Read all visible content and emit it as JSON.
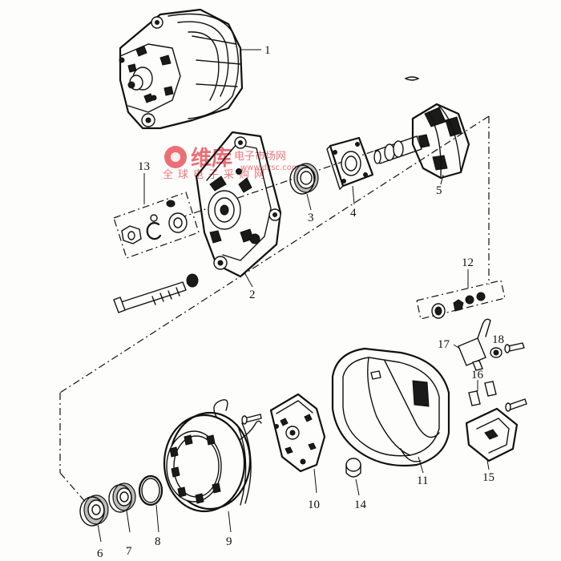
{
  "callouts": [
    {
      "id": "1",
      "label": "1"
    },
    {
      "id": "2",
      "label": "2"
    },
    {
      "id": "3",
      "label": "3"
    },
    {
      "id": "4",
      "label": "4"
    },
    {
      "id": "5",
      "label": "5"
    },
    {
      "id": "6",
      "label": "6"
    },
    {
      "id": "7",
      "label": "7"
    },
    {
      "id": "8",
      "label": "8"
    },
    {
      "id": "9",
      "label": "9"
    },
    {
      "id": "10",
      "label": "10"
    },
    {
      "id": "11",
      "label": "11"
    },
    {
      "id": "12",
      "label": "12"
    },
    {
      "id": "13",
      "label": "13"
    },
    {
      "id": "14",
      "label": "14"
    },
    {
      "id": "15",
      "label": "15"
    },
    {
      "id": "16",
      "label": "16"
    },
    {
      "id": "17",
      "label": "17"
    },
    {
      "id": "18",
      "label": "18"
    }
  ],
  "watermark": {
    "logo": "维库",
    "title": "电子市场网",
    "subtitle": "全球电子采购网",
    "url": "www.dzsc.com",
    "color": "#e64b55"
  }
}
